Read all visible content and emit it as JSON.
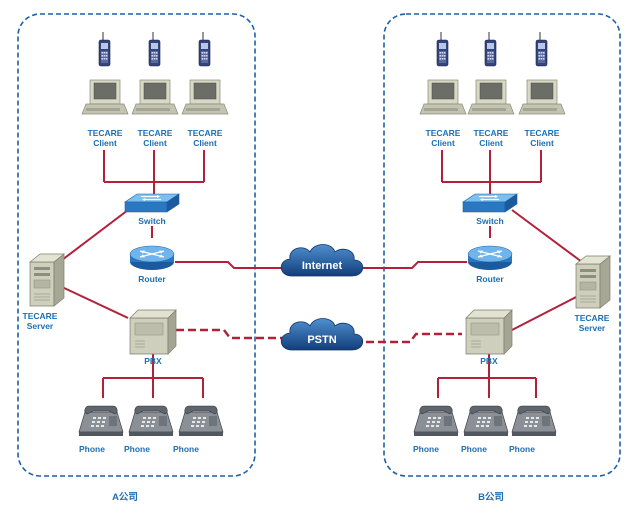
{
  "labels": {
    "client": "TECARE",
    "client_sub": "Client",
    "switch": "Switch",
    "router": "Router",
    "server": "TECARE",
    "server_sub": "Server",
    "pbx": "PBX",
    "phone": "Phone",
    "internet": "Internet",
    "pstn": "PSTN",
    "company_a": "A公司",
    "company_b": "B公司"
  },
  "colors": {
    "boundary": "#1f5fa8",
    "link": "#b3203a",
    "label": "#1a6fb5",
    "cloud": "#1f5fa8",
    "device_blue": "#2f7fc4"
  }
}
